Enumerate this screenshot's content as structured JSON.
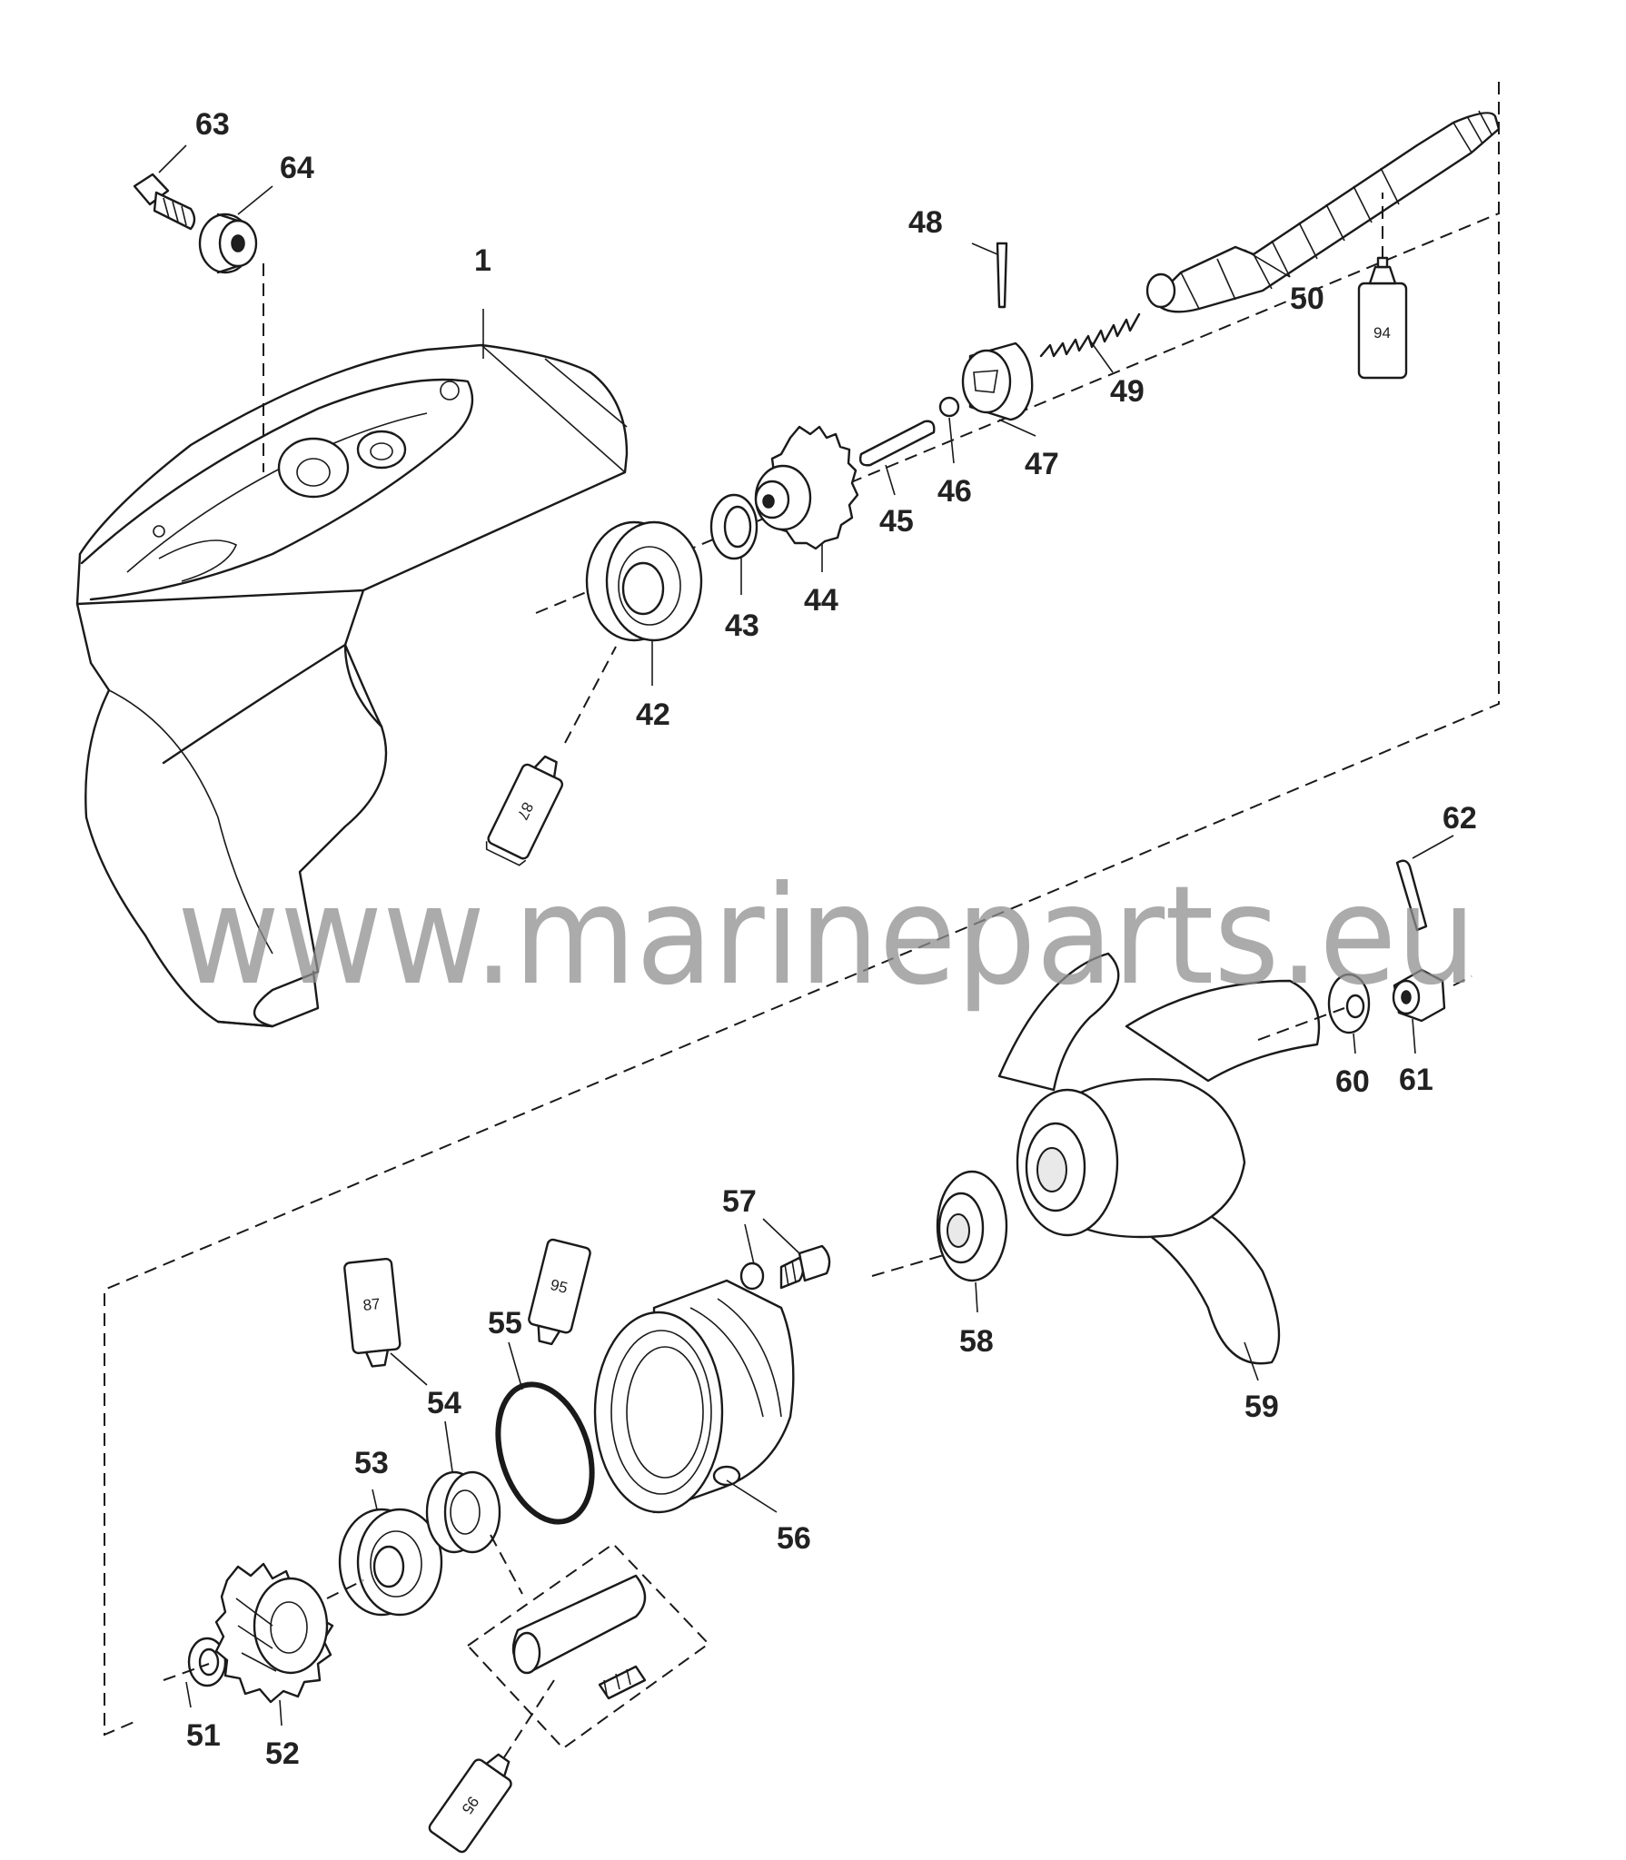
{
  "watermark": "www.marineparts.eu",
  "part_labels": [
    {
      "id": "1"
    },
    {
      "id": "42"
    },
    {
      "id": "43"
    },
    {
      "id": "44"
    },
    {
      "id": "45"
    },
    {
      "id": "46"
    },
    {
      "id": "47"
    },
    {
      "id": "48"
    },
    {
      "id": "49"
    },
    {
      "id": "50"
    },
    {
      "id": "51"
    },
    {
      "id": "52"
    },
    {
      "id": "53"
    },
    {
      "id": "54"
    },
    {
      "id": "55"
    },
    {
      "id": "56"
    },
    {
      "id": "57"
    },
    {
      "id": "58"
    },
    {
      "id": "59"
    },
    {
      "id": "60"
    },
    {
      "id": "61"
    },
    {
      "id": "62"
    },
    {
      "id": "63"
    },
    {
      "id": "64"
    }
  ],
  "lubricant_tubes": [
    {
      "code": "94"
    },
    {
      "code": "87"
    },
    {
      "code": "87"
    },
    {
      "code": "95"
    },
    {
      "code": "95"
    }
  ]
}
